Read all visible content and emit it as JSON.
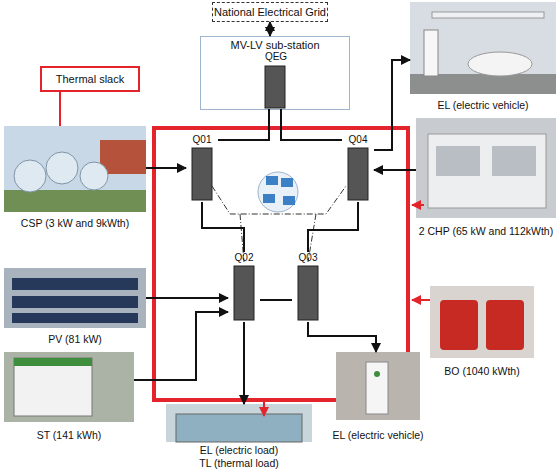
{
  "diagram": {
    "nodes": [
      {
        "text": [
          "National Electrical Grid"
        ]
      },
      {
        "text": [
          "MV-LV sub-station"
        ]
      },
      {
        "text": [
          "QEG"
        ],
        "in": 1
      },
      {
        "text": [
          "EL (electric vehicle)"
        ]
      },
      {
        "text": [
          "Thermal slack"
        ]
      },
      {
        "text": [
          "CSP (3 kW and 9kWth)"
        ]
      },
      {
        "text": [
          "Q01"
        ]
      },
      {
        "text": [
          "Q04"
        ]
      },
      {
        "text": [
          "2 CHP (65 kW and 112kWth)"
        ]
      },
      {
        "text": [
          "PV (81 kW)"
        ]
      },
      {
        "text": [
          "Q02"
        ]
      },
      {
        "text": [
          "Q03"
        ]
      },
      {
        "text": [
          "BO (1040 kWth)"
        ]
      },
      {
        "text": [
          "ST (141 kWh)"
        ]
      },
      {
        "text": [
          "EL (electric vehicle)"
        ]
      },
      {
        "text": [
          "EL (electric load)",
          "TL (thermal load)"
        ]
      }
    ],
    "edges": [
      {
        "from": 0,
        "to": 1,
        "arrow": "both"
      },
      {
        "from": 2,
        "to": 6,
        "arrow": "none"
      },
      {
        "from": 2,
        "to": 7,
        "arrow": "none"
      },
      {
        "from": 6,
        "to": 10,
        "arrow": "none"
      },
      {
        "from": 10,
        "to": 11,
        "arrow": "none"
      },
      {
        "from": 11,
        "to": 7,
        "arrow": "none"
      },
      {
        "from": 4,
        "to": 5,
        "arrow": "none"
      },
      {
        "from": 5,
        "to": 6,
        "arrow": "to"
      },
      {
        "from": 7,
        "to": 3,
        "arrow": "to"
      },
      {
        "from": 8,
        "to": 7,
        "arrow": "to"
      },
      {
        "from": 9,
        "to": 10,
        "arrow": "to"
      },
      {
        "from": 13,
        "to": 10,
        "arrow": "to"
      },
      {
        "from": 10,
        "to": 15,
        "arrow": "to"
      },
      {
        "from": 11,
        "to": 14,
        "arrow": "to"
      }
    ]
  }
}
